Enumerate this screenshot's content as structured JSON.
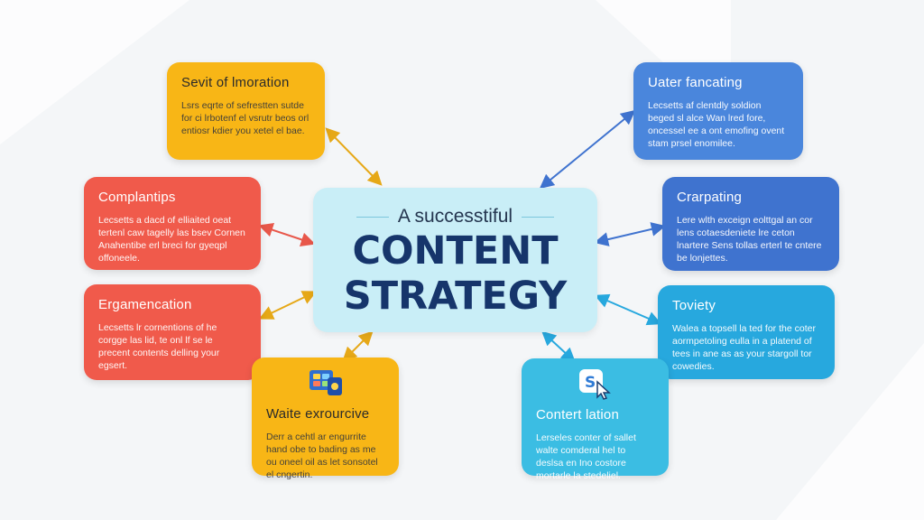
{
  "center": {
    "subtitle": "A successtiful",
    "title_line1": "CONTENT",
    "title_line2": "STRATEGY"
  },
  "cards": {
    "top_left": {
      "title": "Sevit of lmoration",
      "text": "Lsrs eqrte of sefrestten sutde for ci lrbotenf el vsrutr beos orl entiosr kdier you xetel el bae."
    },
    "mid_left": {
      "title": "Complantips",
      "text": "Lecsetts a dacd of elliaited oeat tertenl caw tagelly las bsev Cornen Anahentibe erl breci for gyeqpl offoneele."
    },
    "low_left": {
      "title": "Ergamencation",
      "text": "Lecsetts lr cornentions of he corgge las lid, te onl lf se le precent contents delling your egsert."
    },
    "bottom_left": {
      "title": "Waite exrourcive",
      "text": "Derr a cehtl ar engurrite hand obe to bading as me ou oneel oil as let sonsotel el cngertin."
    },
    "top_right": {
      "title": "Uater fancating",
      "text": "Lecsetts af clentdly soldion beged sl alce Wan lred fore, oncessel ee a ont emofing ovent stam prsel enomilee."
    },
    "mid_right": {
      "title": "Crarpating",
      "text": "Lere wlth exceign eolttgal an cor lens cotaesdeniete lre ceton lnartere Sens tollas erterl te cntere be lonjettes."
    },
    "low_right": {
      "title": "Toviety",
      "text": "Walea a topsell la ted for the coter aormpetoling eulla in a platend of tees in ane as as your stargoll tor cowedies."
    },
    "bottom_right": {
      "title": "Contert lation",
      "text": "Lerseles conter of sallet walte comderal hel to deslsa en Ino costore mortarle la stedeliel."
    }
  },
  "colors": {
    "yellow": "#f8b616",
    "red": "#f05a4b",
    "blue": "#4a86dc",
    "cyan": "#27a8de",
    "center_bg": "#c9eef7",
    "title_navy": "#16356b"
  },
  "icons": {
    "bottom_left": "dashboard-screens-icon",
    "bottom_right": "cursor-click-icon"
  }
}
